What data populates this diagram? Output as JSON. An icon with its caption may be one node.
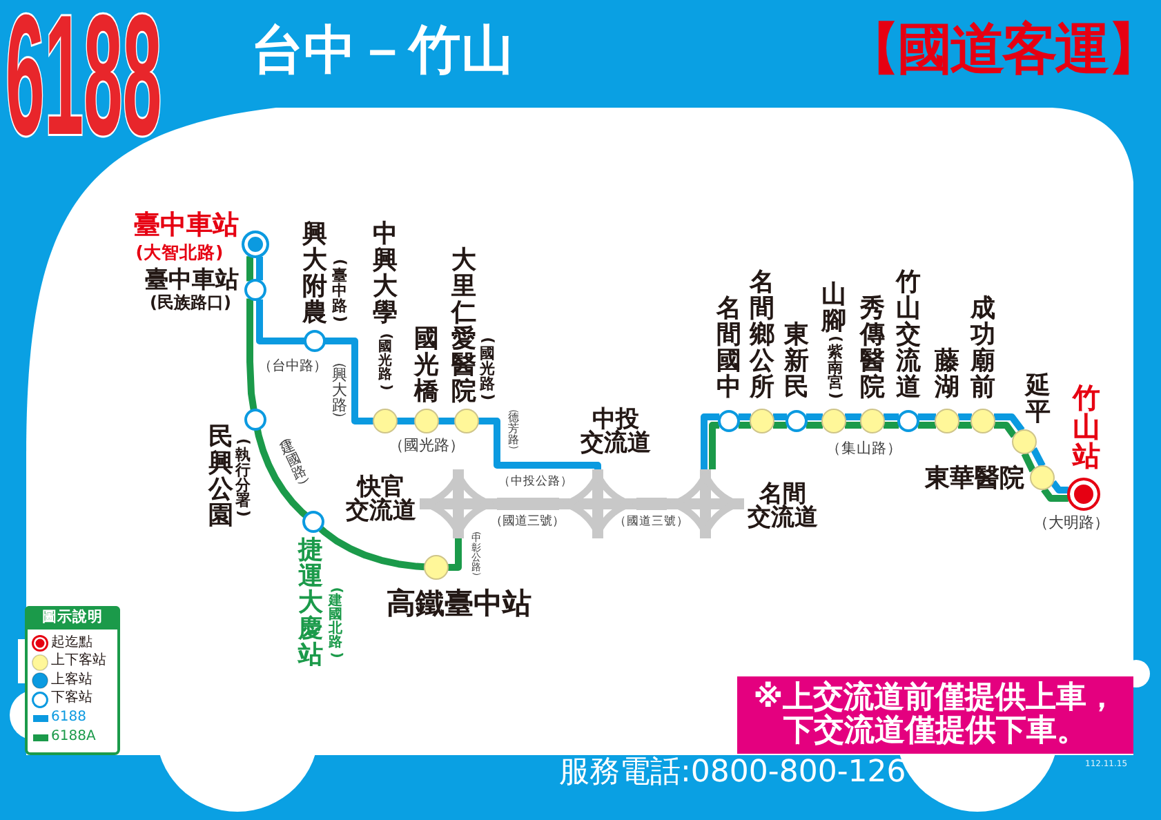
{
  "diagram": {
    "title": "台中－竹山",
    "nodes": [
      {
        "text": [],
        "shape": "circle",
        "beside": [
          "臺中車站",
          "(大智北路)"
        ]
      },
      {
        "text": [],
        "shape": "circle",
        "beside": [
          "臺中車站",
          "(民族路口)"
        ]
      },
      {
        "text": [],
        "shape": "circle",
        "beside": [
          "興大附農",
          "(臺中路)"
        ]
      },
      {
        "text": [],
        "shape": "circle",
        "beside": [
          "中興大學",
          "(國光路)"
        ]
      },
      {
        "text": [],
        "shape": "circle",
        "beside": [
          "國光橋"
        ]
      },
      {
        "text": [],
        "shape": "circle",
        "beside": [
          "大里仁愛醫院",
          "(國光路)"
        ]
      },
      {
        "text": [],
        "shape": "circle",
        "beside": [
          "民興公園",
          "(執行分署)"
        ]
      },
      {
        "text": [],
        "shape": "circle",
        "beside": [
          "捷運大慶站",
          "(建國北路)"
        ]
      },
      {
        "text": [],
        "shape": "circle",
        "beside": [
          "高鐵臺中站"
        ]
      },
      {
        "text": [],
        "shape": "picture",
        "beside": [
          "快官交流道"
        ]
      },
      {
        "text": [],
        "shape": "picture",
        "beside": [
          "中投交流道"
        ]
      },
      {
        "text": [],
        "shape": "picture",
        "beside": [
          "名間交流道"
        ]
      },
      {
        "text": [],
        "shape": "circle",
        "beside": [
          "名間國中"
        ]
      },
      {
        "text": [],
        "shape": "circle",
        "beside": [
          "名間鄉公所"
        ]
      },
      {
        "text": [],
        "shape": "circle",
        "beside": [
          "東新民"
        ]
      },
      {
        "text": [],
        "shape": "circle",
        "beside": [
          "山腳",
          "(紫南宮)"
        ]
      },
      {
        "text": [],
        "shape": "circle",
        "beside": [
          "秀傳醫院"
        ]
      },
      {
        "text": [],
        "shape": "circle",
        "beside": [
          "竹山交流道"
        ]
      },
      {
        "text": [],
        "shape": "circle",
        "beside": [
          "藤湖"
        ]
      },
      {
        "text": [],
        "shape": "circle",
        "beside": [
          "成功廟前"
        ]
      },
      {
        "text": [],
        "shape": "circle",
        "beside": [
          "延平"
        ]
      },
      {
        "text": [],
        "shape": "circle",
        "beside": [
          "東華醫院"
        ]
      },
      {
        "text": [],
        "shape": "circle",
        "beside": [
          "竹山站"
        ]
      },
      {
        "text": [
          "※上交流道前僅提供上車，下交流道僅提供下車。"
        ]
      }
    ],
    "edges": [
      {
        "from": 0,
        "to": 1,
        "arrow": "none"
      },
      {
        "from": 1,
        "to": 2,
        "arrow": "none"
      },
      {
        "from": 2,
        "to": 3,
        "arrow": "none"
      },
      {
        "from": 3,
        "to": 4,
        "arrow": "none"
      },
      {
        "from": 4,
        "to": 5,
        "arrow": "none"
      },
      {
        "from": 5,
        "to": 10,
        "arrow": "none"
      },
      {
        "from": 11,
        "to": 12,
        "arrow": "none"
      },
      {
        "from": 12,
        "to": 13,
        "arrow": "none"
      },
      {
        "from": 13,
        "to": 14,
        "arrow": "none"
      },
      {
        "from": 14,
        "to": 15,
        "arrow": "none"
      },
      {
        "from": 15,
        "to": 16,
        "arrow": "none"
      },
      {
        "from": 16,
        "to": 17,
        "arrow": "none"
      },
      {
        "from": 17,
        "to": 18,
        "arrow": "none"
      },
      {
        "from": 18,
        "to": 19,
        "arrow": "none"
      },
      {
        "from": 19,
        "to": 20,
        "arrow": "none"
      },
      {
        "from": 20,
        "to": 21,
        "arrow": "none"
      },
      {
        "from": 21,
        "to": 22,
        "arrow": "none"
      },
      {
        "from": 0,
        "to": 1,
        "arrow": "none",
        "color": "#1b9a4a"
      },
      {
        "from": 1,
        "to": 6,
        "arrow": "none",
        "color": "#1b9a4a"
      },
      {
        "from": 6,
        "to": 7,
        "arrow": "none",
        "color": "#1b9a4a"
      },
      {
        "from": 7,
        "to": 8,
        "arrow": "none",
        "color": "#1b9a4a"
      },
      {
        "from": 8,
        "to": 9,
        "arrow": "none",
        "color": "#1b9a4a"
      },
      {
        "from": 11,
        "to": 12,
        "arrow": "none",
        "color": "#1b9a4a"
      },
      {
        "from": 12,
        "to": 13,
        "arrow": "none",
        "color": "#1b9a4a"
      },
      {
        "from": 13,
        "to": 14,
        "arrow": "none",
        "color": "#1b9a4a"
      },
      {
        "from": 14,
        "to": 15,
        "arrow": "none",
        "color": "#1b9a4a"
      },
      {
        "from": 15,
        "to": 16,
        "arrow": "none",
        "color": "#1b9a4a"
      },
      {
        "from": 16,
        "to": 17,
        "arrow": "none",
        "color": "#1b9a4a"
      },
      {
        "from": 17,
        "to": 18,
        "arrow": "none",
        "color": "#1b9a4a"
      },
      {
        "from": 18,
        "to": 19,
        "arrow": "none",
        "color": "#1b9a4a"
      },
      {
        "from": 19,
        "to": 20,
        "arrow": "none",
        "color": "#1b9a4a"
      },
      {
        "from": 20,
        "to": 21,
        "arrow": "none",
        "color": "#1b9a4a"
      },
      {
        "from": 21,
        "to": 22,
        "arrow": "none",
        "color": "#1b9a4a"
      },
      {
        "from": 9,
        "to": 10,
        "arrow": "none",
        "style": "thick",
        "color": "#c8c8c8"
      },
      {
        "from": 10,
        "to": 11,
        "arrow": "none",
        "style": "thick",
        "color": "#c8c8c8"
      }
    ],
    "labels": [
      "6188",
      "【國道客運】",
      "（台中路）",
      "（興大路）",
      "（國光路）",
      "（德芳路）",
      "（集山路）",
      "（建國路）",
      "（中投公路）",
      "（國道三號）",
      "（國道三號）",
      "（大明路）",
      "（中彰公路）",
      "圖示說明",
      "服務電話:0800-800-126",
      "112.11.15"
    ],
    "legend": [
      {
        "text": "起迄點",
        "color": "#e60012"
      },
      {
        "text": "上下客站",
        "color": "#fff799"
      },
      {
        "text": "上客站",
        "color": "#0b9ae0"
      },
      {
        "text": "下客站"
      },
      {
        "text": "6188",
        "color": "#0b9ae0"
      },
      {
        "text": "6188A",
        "color": "#1b9a4a"
      }
    ]
  }
}
